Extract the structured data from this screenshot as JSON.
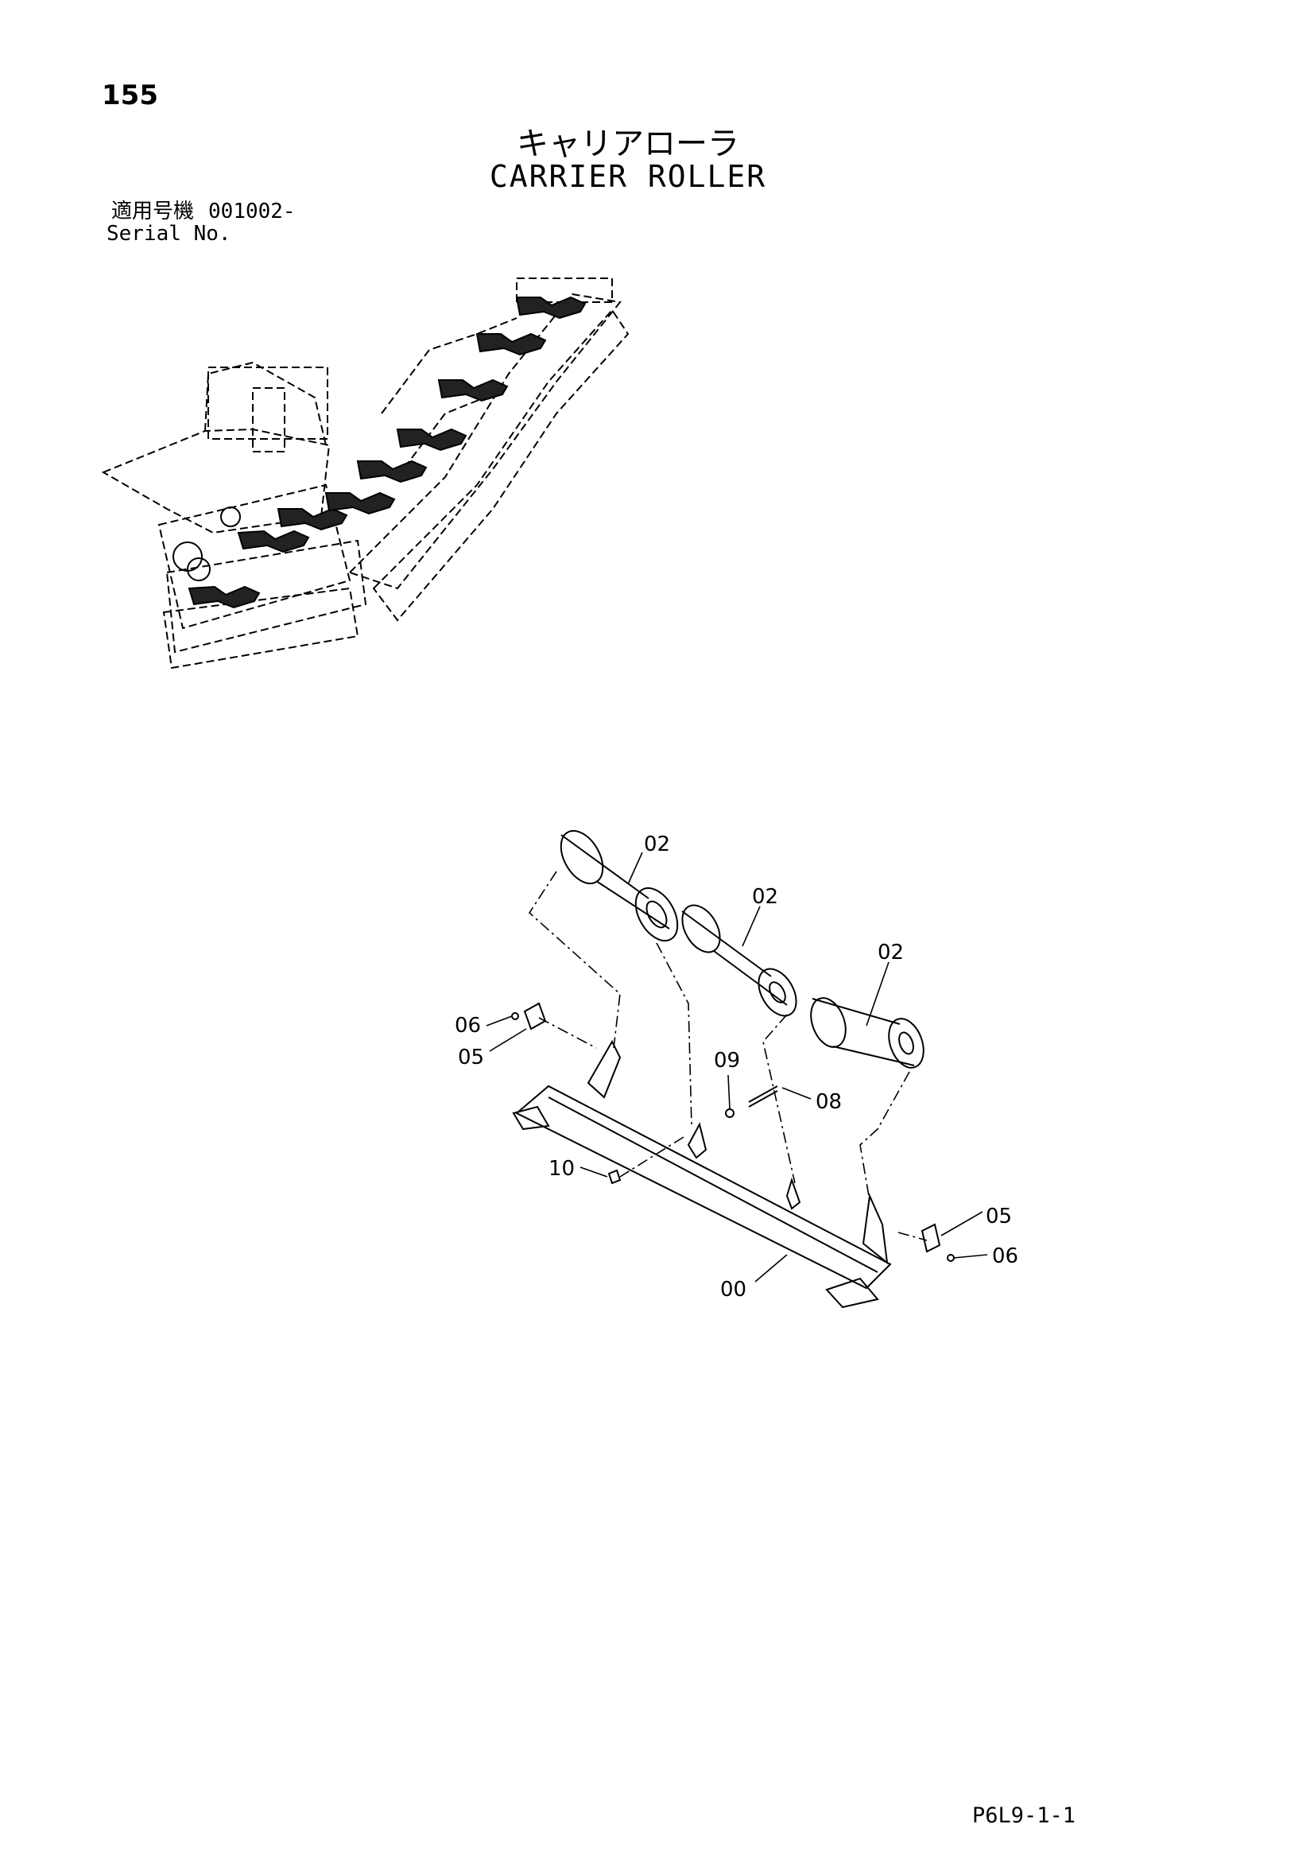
{
  "page_number": "155",
  "title_jp": "キャリアローラ",
  "title_en": "CARRIER ROLLER",
  "serial": {
    "label_jp": "適用号機",
    "value": "001002-",
    "label_en": "Serial No."
  },
  "callouts": {
    "roller_1": "02",
    "roller_2": "02",
    "roller_3": "02",
    "bolt_left": "06",
    "plate_left": "05",
    "washer": "09",
    "pin": "08",
    "nut": "10",
    "frame": "00",
    "plate_right": "05",
    "bolt_right": "06"
  },
  "footer_code": "P6L9-1-1"
}
